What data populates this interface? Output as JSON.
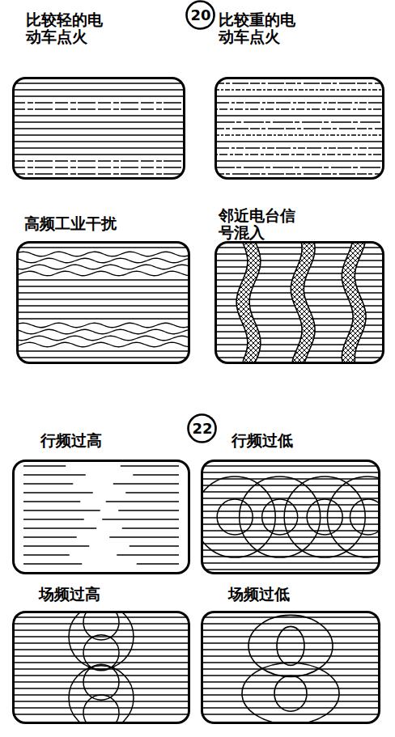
{
  "diagram": {
    "nodes": [
      {
        "text": [
          "20"
        ]
      },
      {
        "text": [
          "比较轻的电 动车点火"
        ]
      },
      {
        "text": [
          "比较重的电 动车点火"
        ]
      },
      {
        "text": [
          "高频工业干扰"
        ]
      },
      {
        "text": [
          "邻近电台信 号混入"
        ]
      },
      {
        "text": [
          "22"
        ]
      },
      {
        "text": [
          "行频过高"
        ]
      },
      {
        "text": [
          "行频过低"
        ]
      },
      {
        "text": [
          "场频过高"
        ]
      },
      {
        "text": [
          "场频过低"
        ]
      }
    ]
  }
}
